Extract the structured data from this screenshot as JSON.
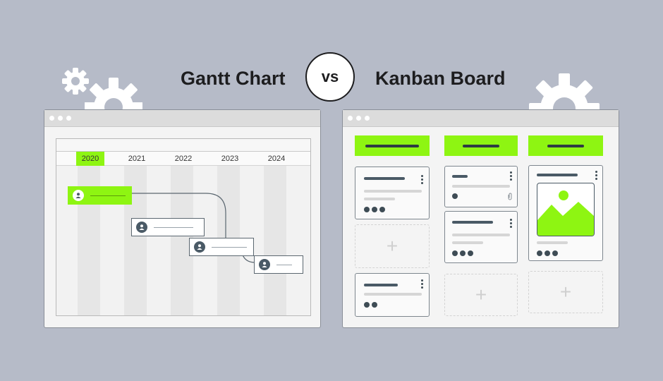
{
  "titles": {
    "left": "Gantt Chart",
    "vs": "vs",
    "right": "Kanban Board"
  },
  "gantt": {
    "years": [
      "2020",
      "2021",
      "2022",
      "2023",
      "2024"
    ],
    "highlighted_year": "2020"
  },
  "kanban": {
    "add_symbol": "+"
  },
  "colors": {
    "background": "#b6bbc8",
    "accent": "#8ef512",
    "dark": "#2e3b43"
  },
  "icons": [
    "gear-icon",
    "user-icon",
    "menu-dots-icon",
    "paperclip-icon",
    "image-icon",
    "plus-icon"
  ]
}
